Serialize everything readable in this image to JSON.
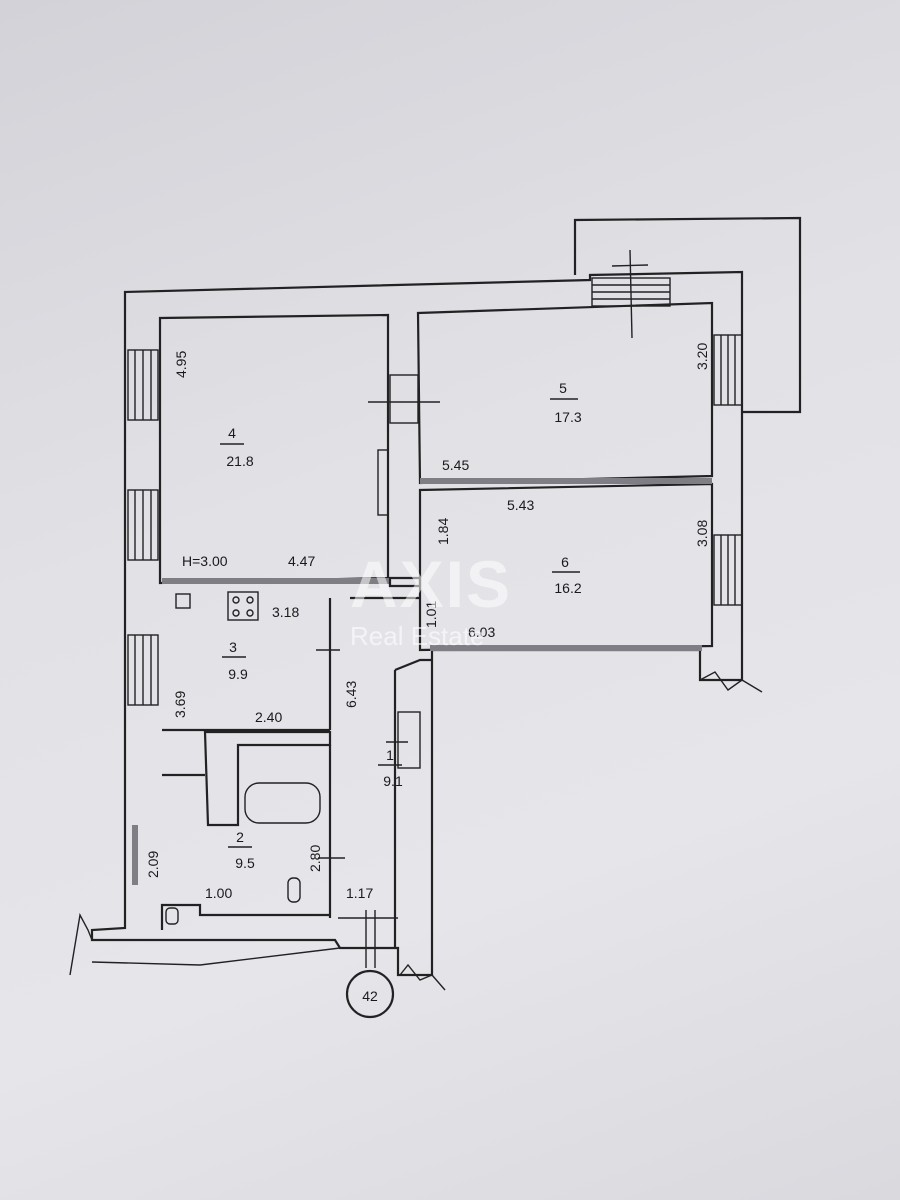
{
  "rooms": [
    {
      "number": "1",
      "area": "9.1"
    },
    {
      "number": "2",
      "area": "9.5"
    },
    {
      "number": "3",
      "area": "9.9"
    },
    {
      "number": "4",
      "area": "21.8"
    },
    {
      "number": "5",
      "area": "17.3"
    },
    {
      "number": "6",
      "area": "16.2"
    }
  ],
  "dimensions": {
    "room4_height": "4.95",
    "room4_width": "4.47",
    "ceiling_height": "H=3.00",
    "room5_height": "3.20",
    "room5_width": "5.45",
    "room6_width_top": "5.43",
    "room6_height": "3.08",
    "room6_width_bottom": "6.03",
    "corridor_upper": "1.84",
    "corridor_small": "1.01",
    "kitchen_width_top": "3.18",
    "kitchen_height": "3.69",
    "kitchen_width": "2.40",
    "hall_length": "6.43",
    "bath_height_right": "2.80",
    "bath_height_left": "2.09",
    "bath_width": "1.00",
    "entry_width": "1.17"
  },
  "stair_marker": "42",
  "watermark": {
    "brand": "AXIS",
    "subtitle": "Real Estate"
  }
}
